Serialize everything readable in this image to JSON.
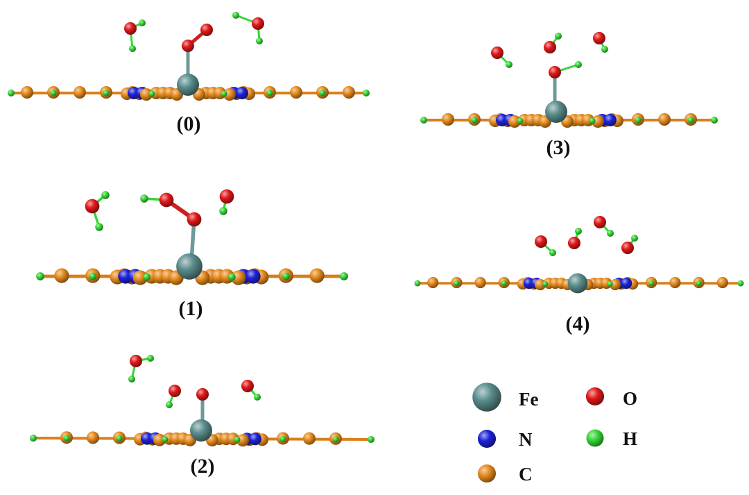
{
  "colors": {
    "Fe": "#5a8c8c",
    "N": "#1e22d8",
    "C": "#e58a1c",
    "O": "#e01818",
    "H": "#36d636",
    "bond_C": "#d97f1a",
    "bond_Fe": "#6d9a9a",
    "bond_O": "#cc2020"
  },
  "panels": [
    {
      "id": "0",
      "label": "(0)"
    },
    {
      "id": "1",
      "label": "(1)"
    },
    {
      "id": "2",
      "label": "(2)"
    },
    {
      "id": "3",
      "label": "(3)"
    },
    {
      "id": "4",
      "label": "(4)"
    }
  ],
  "legend": [
    {
      "element": "Fe",
      "label": "Fe",
      "icon": "fe-atom-icon"
    },
    {
      "element": "O",
      "label": "O",
      "icon": "o-atom-icon"
    },
    {
      "element": "N",
      "label": "N",
      "icon": "n-atom-icon"
    },
    {
      "element": "H",
      "label": "H",
      "icon": "h-atom-icon"
    },
    {
      "element": "C",
      "label": "C",
      "icon": "c-atom-icon"
    }
  ]
}
